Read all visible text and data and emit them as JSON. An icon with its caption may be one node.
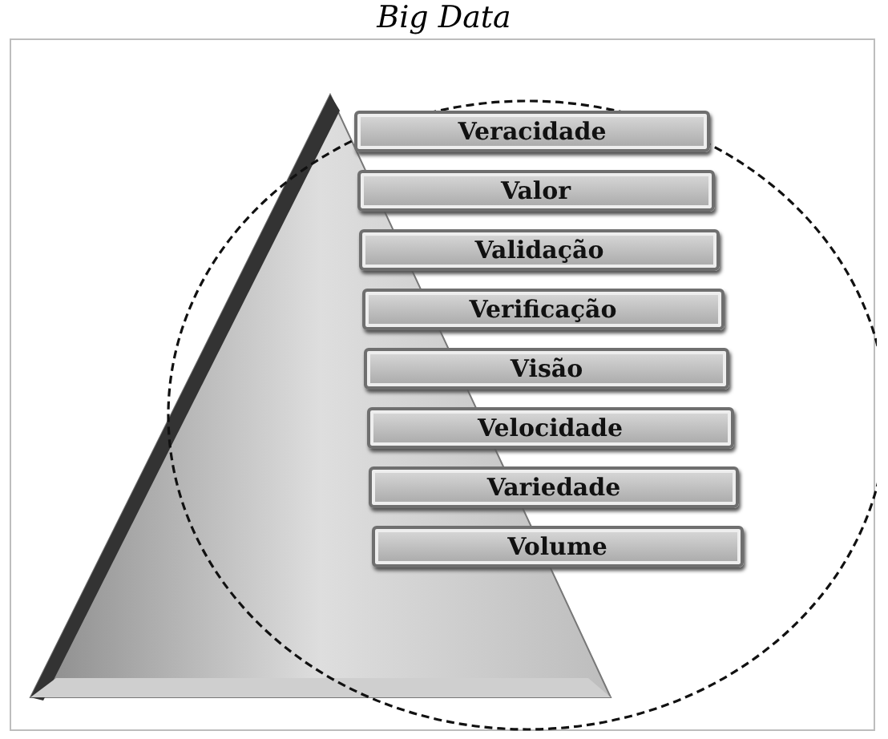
{
  "diagram": {
    "title": "Big Data",
    "nodes": [
      {
        "text": [
          "Veracidade"
        ]
      },
      {
        "text": [
          "Valor"
        ]
      },
      {
        "text": [
          "Validação"
        ]
      },
      {
        "text": [
          "Verificação"
        ]
      },
      {
        "text": [
          "Visão"
        ]
      },
      {
        "text": [
          "Velocidade"
        ]
      },
      {
        "text": [
          "Variedade"
        ]
      },
      {
        "text": [
          "Volume"
        ]
      }
    ]
  }
}
